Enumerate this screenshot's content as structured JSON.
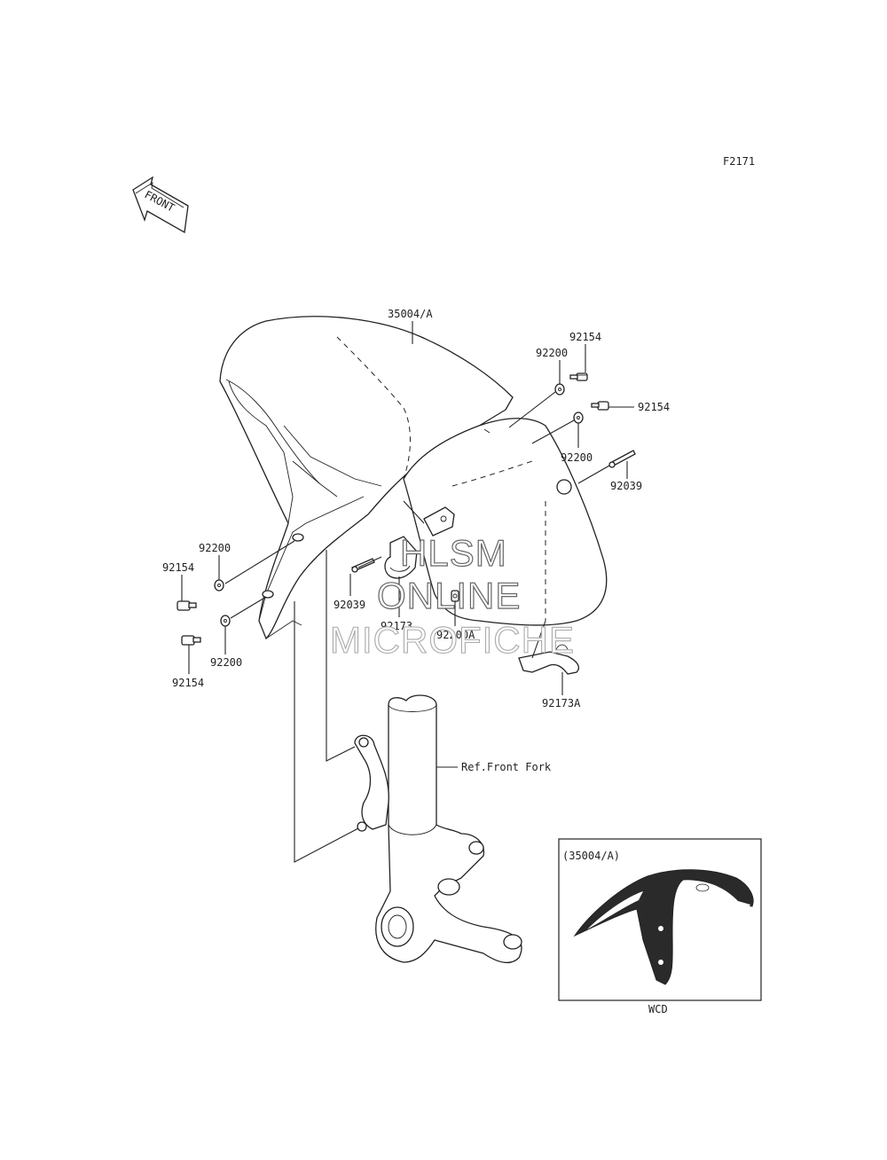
{
  "diagram": {
    "figure_code": "F2171",
    "front_arrow_text": "FRONT",
    "reference_label": "Ref.Front Fork",
    "inset": {
      "title": "(35004/A)",
      "caption": "WCD"
    },
    "watermark": [
      "HLSM",
      "ONLINE",
      "MICROFICHE"
    ],
    "callouts": [
      {
        "id": "c-35004a",
        "text": "35004/A"
      },
      {
        "id": "c-92154-top",
        "text": "92154"
      },
      {
        "id": "c-92200-top",
        "text": "92200"
      },
      {
        "id": "c-92154-right",
        "text": "92154"
      },
      {
        "id": "c-92200-right",
        "text": "92200"
      },
      {
        "id": "c-92039-right",
        "text": "92039"
      },
      {
        "id": "c-92200-left1",
        "text": "92200"
      },
      {
        "id": "c-92154-left1",
        "text": "92154"
      },
      {
        "id": "c-92200-left2",
        "text": "92200"
      },
      {
        "id": "c-92154-left2",
        "text": "92154"
      },
      {
        "id": "c-92039-mid",
        "text": "92039"
      },
      {
        "id": "c-92173",
        "text": "92173"
      },
      {
        "id": "c-92200a",
        "text": "92200A"
      },
      {
        "id": "c-92173a",
        "text": "92173A"
      }
    ]
  }
}
